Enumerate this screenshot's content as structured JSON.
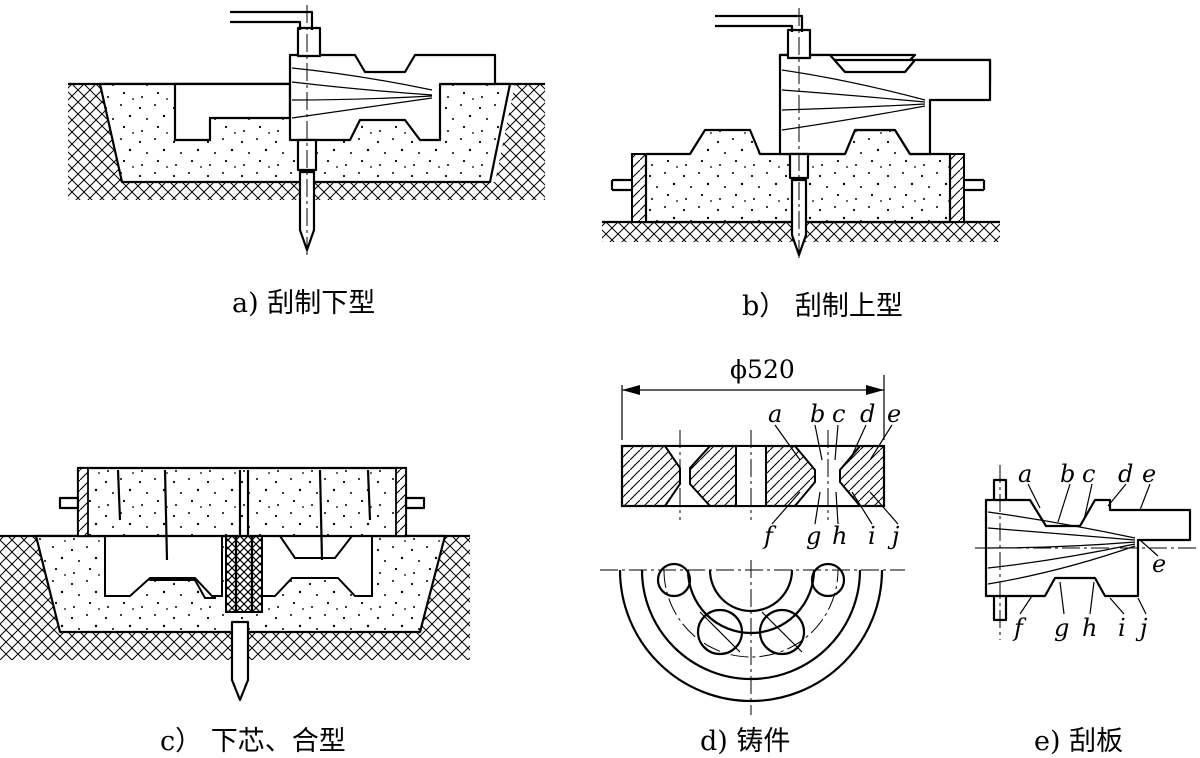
{
  "captions": {
    "a": "a) 刮制下型",
    "b": "b） 刮制上型",
    "c": "c） 下芯、合型",
    "d": "d) 铸件",
    "e": "e) 刮板"
  },
  "dimension": "ϕ520",
  "labels_d_top": [
    "a",
    "b",
    "c",
    "d",
    "e"
  ],
  "labels_d_bottom": [
    "f",
    "g",
    "h",
    "i",
    "j"
  ],
  "labels_e_top": [
    "a",
    "b",
    "c",
    "d",
    "e"
  ],
  "labels_e_mid": "e",
  "labels_e_bottom": [
    "f",
    "g",
    "h",
    "i",
    "j"
  ]
}
